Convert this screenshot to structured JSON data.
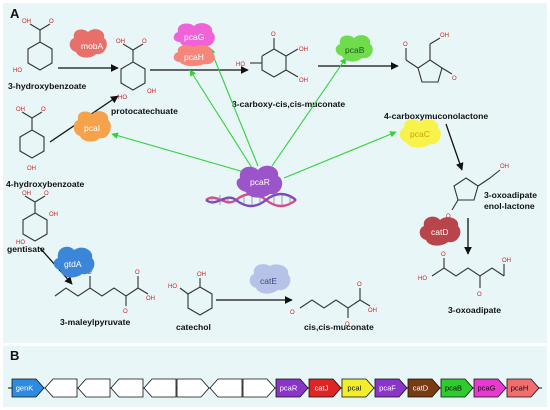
{
  "panel_a": {
    "label": "A",
    "compounds": {
      "hydroxybenzoate3": "3-hydroxybenzoate",
      "hydroxybenzoate4": "4-hydroxybenzoate",
      "protocatechuate": "protocatechuate",
      "gentisate": "gentisate",
      "maleylpyruvate": "3-maleylpyruvate",
      "carboxymuconate": "3-carboxy-cis,cis-muconate",
      "carboxymuconolactone": "4-carboxymuconolactone",
      "enol_lactone_line1": "3-oxoadipate",
      "enol_lactone_line2": "enol-lactone",
      "oxoadipate": "3-oxoadipate",
      "catechol": "catechol",
      "muconate": "cis,cis-muconate"
    },
    "enzymes": {
      "mobA": {
        "label": "mobA",
        "color": "#e8706a"
      },
      "pcaI": {
        "label": "pcaI",
        "color": "#f5a24a"
      },
      "pcaG": {
        "label": "pcaG",
        "color": "#f063d8"
      },
      "pcaH": {
        "label": "pcaH",
        "color": "#f7867a"
      },
      "pcaB": {
        "label": "pcaB",
        "color": "#6fdc4e"
      },
      "pcaC": {
        "label": "pcaC",
        "color": "#f7f34a"
      },
      "pcaR": {
        "label": "pcaR",
        "color": "#9b54c9"
      },
      "gtdA": {
        "label": "gtdA",
        "color": "#3b86d8"
      },
      "catE": {
        "label": "catE",
        "color": "#b7c2e8"
      },
      "catD": {
        "label": "catD",
        "color": "#b8454b"
      }
    },
    "atom_O": "O",
    "atom_OH": "OH",
    "atom_HO": "HO"
  },
  "panel_b": {
    "label": "B",
    "genes": [
      {
        "label": "genK",
        "color": "#2e8be0",
        "dir": "right"
      },
      {
        "label": "",
        "color": "#ffffff",
        "dir": "left"
      },
      {
        "label": "",
        "color": "#ffffff",
        "dir": "left"
      },
      {
        "label": "",
        "color": "#ffffff",
        "dir": "left"
      },
      {
        "label": "",
        "color": "#ffffff",
        "dir": "left"
      },
      {
        "label": "",
        "color": "#ffffff",
        "dir": "right"
      },
      {
        "label": "",
        "color": "#ffffff",
        "dir": "left"
      },
      {
        "label": "",
        "color": "#ffffff",
        "dir": "right"
      },
      {
        "label": "pcaR",
        "color": "#8a35c9",
        "dir": "right"
      },
      {
        "label": "catJ",
        "color": "#e02424",
        "dir": "right"
      },
      {
        "label": "pcaI",
        "color": "#f2ee2a",
        "dir": "right"
      },
      {
        "label": "pcaF",
        "color": "#8a35c9",
        "dir": "right"
      },
      {
        "label": "catD",
        "color": "#7a3a12",
        "dir": "right"
      },
      {
        "label": "pcaB",
        "color": "#2ecc2e",
        "dir": "right"
      },
      {
        "label": "pcaG",
        "color": "#e83ad0",
        "dir": "right"
      },
      {
        "label": "pcaH",
        "color": "#f26d6d",
        "dir": "right"
      }
    ]
  }
}
